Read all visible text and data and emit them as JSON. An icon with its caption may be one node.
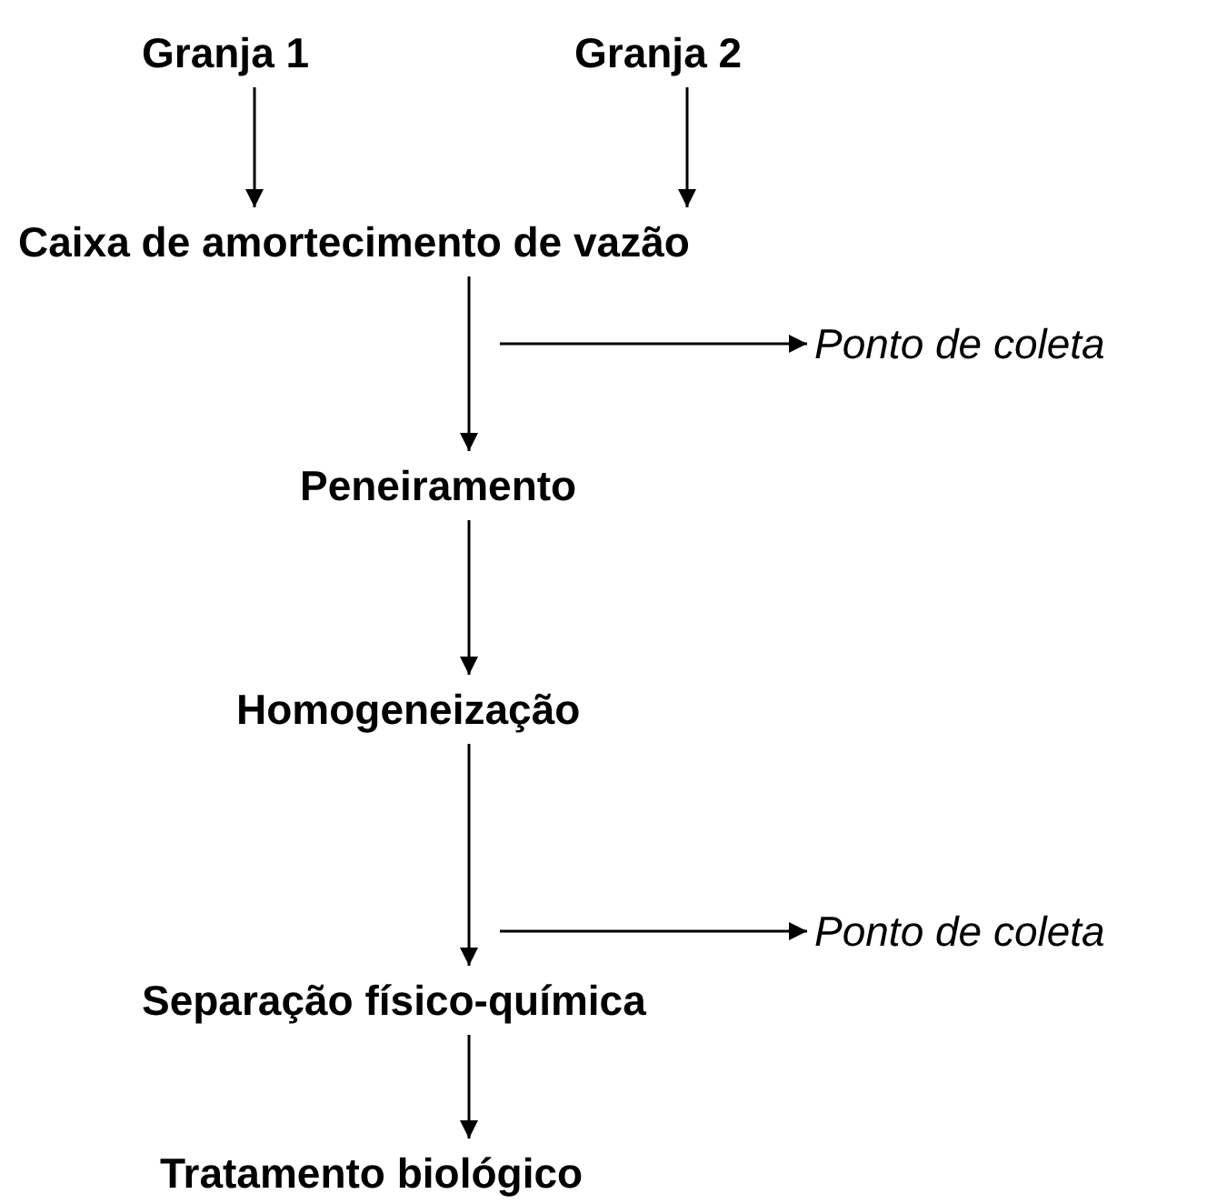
{
  "diagram": {
    "nodes": [
      {
        "text": [
          "Granja 1"
        ]
      },
      {
        "text": [
          "Granja 2"
        ]
      },
      {
        "text": [
          "Caixa de amortecimento de vazão"
        ]
      },
      {
        "text": [
          "Ponto de coleta"
        ]
      },
      {
        "text": [
          "Peneiramento"
        ]
      },
      {
        "text": [
          "Homogeneização"
        ]
      },
      {
        "text": [
          "Ponto de coleta"
        ]
      },
      {
        "text": [
          "Separação físico-química"
        ]
      },
      {
        "text": [
          "Tratamento biológico"
        ]
      }
    ],
    "edges": [
      {
        "from": 0,
        "to": 2,
        "arrow": "to"
      },
      {
        "from": 1,
        "to": 2,
        "arrow": "to"
      },
      {
        "from": 2,
        "to": 4,
        "arrow": "to"
      },
      {
        "from": null,
        "to": 3,
        "arrow": "to"
      },
      {
        "from": 4,
        "to": 5,
        "arrow": "to"
      },
      {
        "from": 5,
        "to": 7,
        "arrow": "to"
      },
      {
        "from": null,
        "to": 6,
        "arrow": "to"
      },
      {
        "from": 7,
        "to": 8,
        "arrow": "to"
      }
    ]
  }
}
